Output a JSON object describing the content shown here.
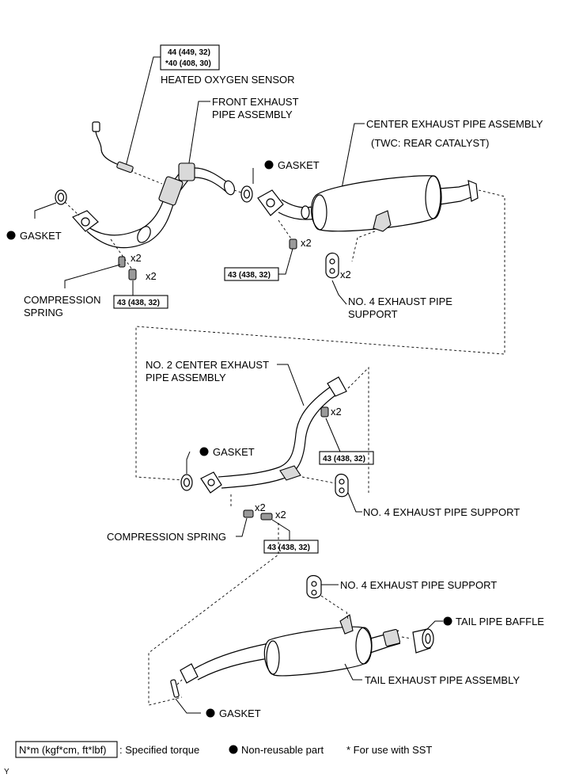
{
  "labels": {
    "heated_oxygen_sensor": "HEATED OXYGEN SENSOR",
    "front_pipe_line1": "FRONT EXHAUST",
    "front_pipe_line2": "PIPE ASSEMBLY",
    "center_pipe": "CENTER EXHAUST PIPE ASSEMBLY",
    "twc_note": "(TWC: REAR CATALYST)",
    "gasket": "GASKET",
    "compression_spring_line1": "COMPRESSION",
    "compression_spring_line2": "SPRING",
    "compression_spring": "COMPRESSION SPRING",
    "no4_support_line1": "NO. 4 EXHAUST PIPE",
    "no4_support_line2": "SUPPORT",
    "no2_center_line1": "NO. 2 CENTER EXHAUST",
    "no2_center_line2": "PIPE ASSEMBLY",
    "no4_support": "NO. 4 EXHAUST PIPE SUPPORT",
    "tail_pipe_baffle": "TAIL PIPE BAFFLE",
    "tail_exhaust_pipe": "TAIL EXHAUST PIPE ASSEMBLY",
    "x2": "x2"
  },
  "torque": {
    "sensor_line1": "44 (449, 32)",
    "sensor_line2": "*40 (408, 30)",
    "standard": "43 (438, 32)"
  },
  "legend": {
    "torque_box": "N*m (kgf*cm, ft*lbf)",
    "torque_desc": ": Specified torque",
    "non_reusable": "Non-reusable part",
    "sst_note": "* For use with SST"
  },
  "corner_mark": "Y"
}
